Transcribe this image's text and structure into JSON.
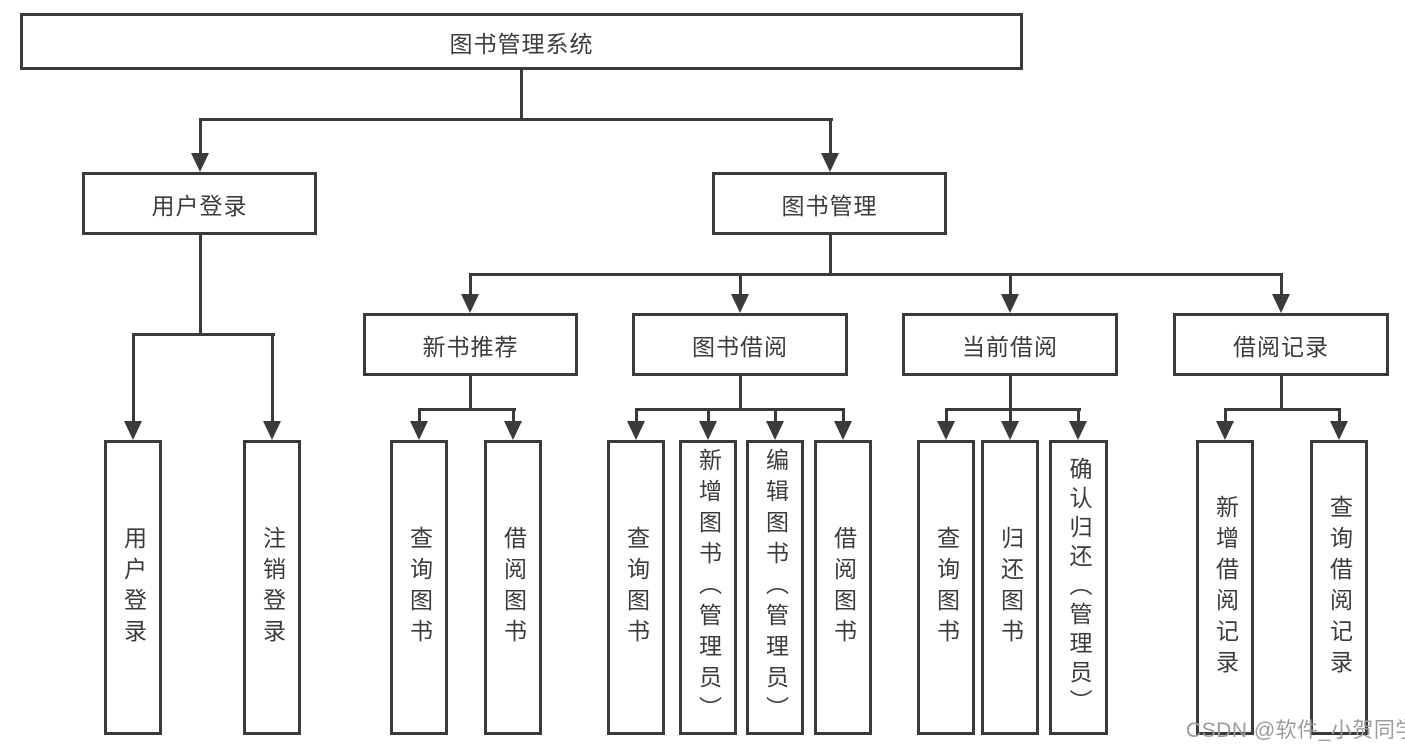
{
  "diagram": {
    "root": {
      "label": "图书管理系统"
    },
    "branches": [
      {
        "label": "用户登录",
        "children": [
          {
            "label": "用户登录"
          },
          {
            "label": "注销登录"
          }
        ]
      },
      {
        "label": "图书管理",
        "children": [
          {
            "label": "新书推荐",
            "children": [
              {
                "label": "查询图书"
              },
              {
                "label": "借阅图书"
              }
            ]
          },
          {
            "label": "图书借阅",
            "children": [
              {
                "label": "查询图书"
              },
              {
                "label": "新增图书（管理员）"
              },
              {
                "label": "编辑图书（管理员）"
              },
              {
                "label": "借阅图书"
              }
            ]
          },
          {
            "label": "当前借阅",
            "children": [
              {
                "label": "查询图书"
              },
              {
                "label": "归还图书"
              },
              {
                "label": "确认归还（管理员）"
              }
            ]
          },
          {
            "label": "借阅记录",
            "children": [
              {
                "label": "新增借阅记录"
              },
              {
                "label": "查询借阅记录"
              }
            ]
          }
        ]
      }
    ]
  },
  "watermark": {
    "text": "CSDN @软件_小贺同学"
  },
  "colors": {
    "line": "#3a3a3a",
    "text": "#3c3c3c",
    "watermark_text": "#9c9c9c",
    "background": "#ffffff"
  }
}
